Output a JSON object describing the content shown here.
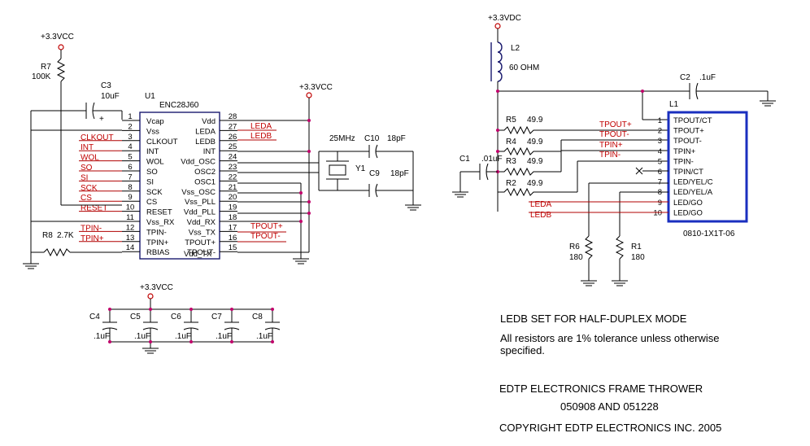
{
  "supplies": {
    "vcc_r7": "+3.3VCC",
    "vcc_osc": "+3.3VCC",
    "vcc_caps": "+3.3VCC",
    "vdc_l2": "+3.3VDC"
  },
  "u1": {
    "ref": "U1",
    "part": "ENC28J60",
    "left_pins": [
      {
        "num": "1",
        "name": "Vcap"
      },
      {
        "num": "2",
        "name": "Vss"
      },
      {
        "num": "3",
        "name": "CLKOUT"
      },
      {
        "num": "4",
        "name": "INT"
      },
      {
        "num": "5",
        "name": "WOL"
      },
      {
        "num": "6",
        "name": "SO"
      },
      {
        "num": "7",
        "name": "SI"
      },
      {
        "num": "8",
        "name": "SCK"
      },
      {
        "num": "9",
        "name": "CS"
      },
      {
        "num": "10",
        "name": "RESET"
      },
      {
        "num": "11",
        "name": "Vss_RX"
      },
      {
        "num": "12",
        "name": "TPIN-"
      },
      {
        "num": "13",
        "name": "TPIN+"
      },
      {
        "num": "14",
        "name": "RBIAS"
      }
    ],
    "right_pins": [
      {
        "num": "28",
        "name": "Vdd"
      },
      {
        "num": "27",
        "name": "LEDA"
      },
      {
        "num": "26",
        "name": "LEDB"
      },
      {
        "num": "25",
        "name": "INT"
      },
      {
        "num": "24",
        "name": "Vdd_OSC"
      },
      {
        "num": "23",
        "name": "OSC2"
      },
      {
        "num": "22",
        "name": "OSC1"
      },
      {
        "num": "21",
        "name": "Vss_OSC"
      },
      {
        "num": "20",
        "name": "Vss_PLL"
      },
      {
        "num": "19",
        "name": "Vdd_PLL"
      },
      {
        "num": "18",
        "name": "Vdd_RX"
      },
      {
        "num": "17",
        "name": "Vss_TX"
      },
      {
        "num": "16",
        "name": "TPOUT+"
      },
      {
        "num": "15",
        "name": "TPOUT-"
      }
    ],
    "right_pins_extra": "Vdd_TX"
  },
  "left_nets": [
    "CLKOUT",
    "INT",
    "WOL",
    "SO",
    "SI",
    "SCK",
    "CS",
    "RESET"
  ],
  "left_tp_nets": [
    "TPIN-",
    "TPIN+"
  ],
  "right_nets": {
    "leda": "LEDA",
    "ledb": "LEDB",
    "tpout_plus": "TPOUT+",
    "tpout_minus": "TPOUT-"
  },
  "components": {
    "r7": {
      "ref": "R7",
      "value": "100K"
    },
    "c3": {
      "ref": "C3",
      "value": "10uF"
    },
    "r8": {
      "ref": "R8",
      "value": "2.7K"
    },
    "crystal": {
      "ref": "Y1",
      "freq": "25MHz"
    },
    "c10": {
      "ref": "C10",
      "value": "18pF"
    },
    "c9": {
      "ref": "C9",
      "value": "18pF"
    },
    "decoupling": [
      {
        "ref": "C4",
        "value": ".1uF"
      },
      {
        "ref": "C5",
        "value": ".1uF"
      },
      {
        "ref": "C6",
        "value": ".1uF"
      },
      {
        "ref": "C7",
        "value": ".1uF"
      },
      {
        "ref": "C8",
        "value": ".1uF"
      }
    ],
    "l2": {
      "ref": "L2",
      "value": "60 OHM"
    },
    "c2": {
      "ref": "C2",
      "value": ".1uF"
    },
    "c1": {
      "ref": "C1",
      "value": ".01uF"
    },
    "r5": {
      "ref": "R5",
      "value": "49.9"
    },
    "r4": {
      "ref": "R4",
      "value": "49.9"
    },
    "r3": {
      "ref": "R3",
      "value": "49.9"
    },
    "r2": {
      "ref": "R2",
      "value": "49.9"
    },
    "r6": {
      "ref": "R6",
      "value": "180"
    },
    "r1": {
      "ref": "R1",
      "value": "180"
    }
  },
  "magjack": {
    "ref": "L1",
    "part": "0810-1X1T-06",
    "pins": [
      {
        "num": "1",
        "name": "TPOUT/CT"
      },
      {
        "num": "2",
        "name": "TPOUT+"
      },
      {
        "num": "3",
        "name": "TPOUT-"
      },
      {
        "num": "4",
        "name": "TPIN+"
      },
      {
        "num": "5",
        "name": "TPIN-"
      },
      {
        "num": "6",
        "name": "TPIN/CT"
      },
      {
        "num": "7",
        "name": "LED/YEL/C"
      },
      {
        "num": "8",
        "name": "LED/YEL/A"
      },
      {
        "num": "9",
        "name": "LED/GO"
      },
      {
        "num": "10",
        "name": "LED/GO"
      }
    ]
  },
  "jack_nets": [
    "TPOUT+",
    "TPOUT-",
    "TPIN+",
    "TPIN-",
    "LEDA",
    "LEDB"
  ],
  "notes": {
    "half_duplex": "LEDB SET FOR HALF-DUPLEX MODE",
    "tolerance_line1": "All resistors are 1% tolerance unless otherwise",
    "tolerance_line2": "specified.",
    "title": "EDTP ELECTRONICS FRAME THROWER",
    "dates": "050908 AND 051228",
    "copyright": "COPYRIGHT EDTP ELECTRONICS INC. 2005"
  }
}
